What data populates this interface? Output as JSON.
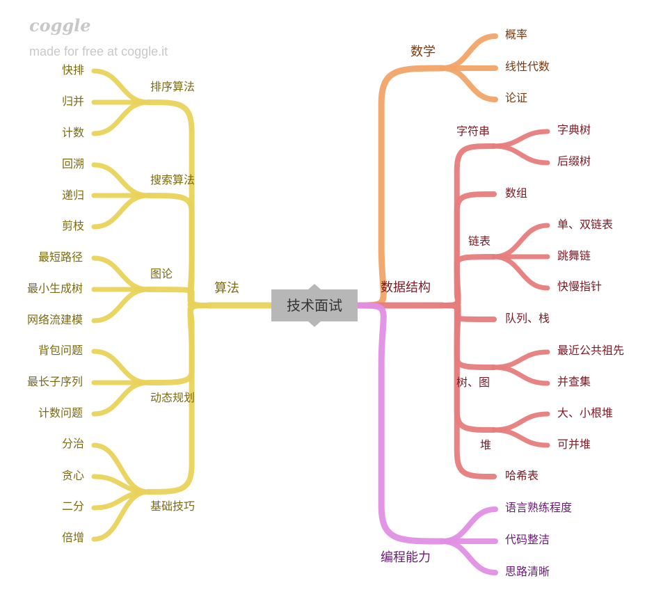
{
  "logo": "coggle",
  "tagline": "made for free at coggle.it",
  "root": "技术面试",
  "branches": [
    {
      "label": "算法",
      "color": "#e9d25a",
      "text_color": "#7a6a10",
      "children": [
        {
          "label": "排序算法",
          "children": [
            {
              "label": "快排"
            },
            {
              "label": "归并"
            },
            {
              "label": "计数"
            }
          ]
        },
        {
          "label": "搜索算法",
          "children": [
            {
              "label": "回溯"
            },
            {
              "label": "递归"
            },
            {
              "label": "剪枝"
            }
          ]
        },
        {
          "label": "图论",
          "children": [
            {
              "label": "最短路径"
            },
            {
              "label": "最小生成树"
            },
            {
              "label": "网络流建模"
            }
          ]
        },
        {
          "label": "动态规划",
          "children": [
            {
              "label": "背包问题"
            },
            {
              "label": "最长子序列"
            },
            {
              "label": "计数问题"
            }
          ]
        },
        {
          "label": "基础技巧",
          "children": [
            {
              "label": "分治"
            },
            {
              "label": "贪心"
            },
            {
              "label": "二分"
            },
            {
              "label": "倍增"
            }
          ]
        }
      ]
    },
    {
      "label": "数学",
      "color": "#f0a468",
      "text_color": "#7a3a10",
      "children": [
        {
          "label": "概率"
        },
        {
          "label": "线性代数"
        },
        {
          "label": "论证"
        }
      ]
    },
    {
      "label": "数据结构",
      "color": "#e77c7c",
      "text_color": "#7a1a24",
      "children": [
        {
          "label": "字符串",
          "children": [
            {
              "label": "字典树"
            },
            {
              "label": "后缀树"
            }
          ]
        },
        {
          "label": "数组"
        },
        {
          "label": "链表",
          "children": [
            {
              "label": "单、双链表"
            },
            {
              "label": "跳舞链"
            },
            {
              "label": "快慢指针"
            }
          ]
        },
        {
          "label": "队列、栈"
        },
        {
          "label": "树、图",
          "children": [
            {
              "label": "最近公共祖先"
            },
            {
              "label": "并查集"
            }
          ]
        },
        {
          "label": "堆",
          "children": [
            {
              "label": "大、小根堆"
            },
            {
              "label": "可并堆"
            }
          ]
        },
        {
          "label": "哈希表"
        }
      ]
    },
    {
      "label": "编程能力",
      "color": "#e08fe4",
      "text_color": "#6a1a74",
      "children": [
        {
          "label": "语言熟练程度"
        },
        {
          "label": "代码整洁"
        },
        {
          "label": "思路清晰"
        }
      ]
    }
  ]
}
